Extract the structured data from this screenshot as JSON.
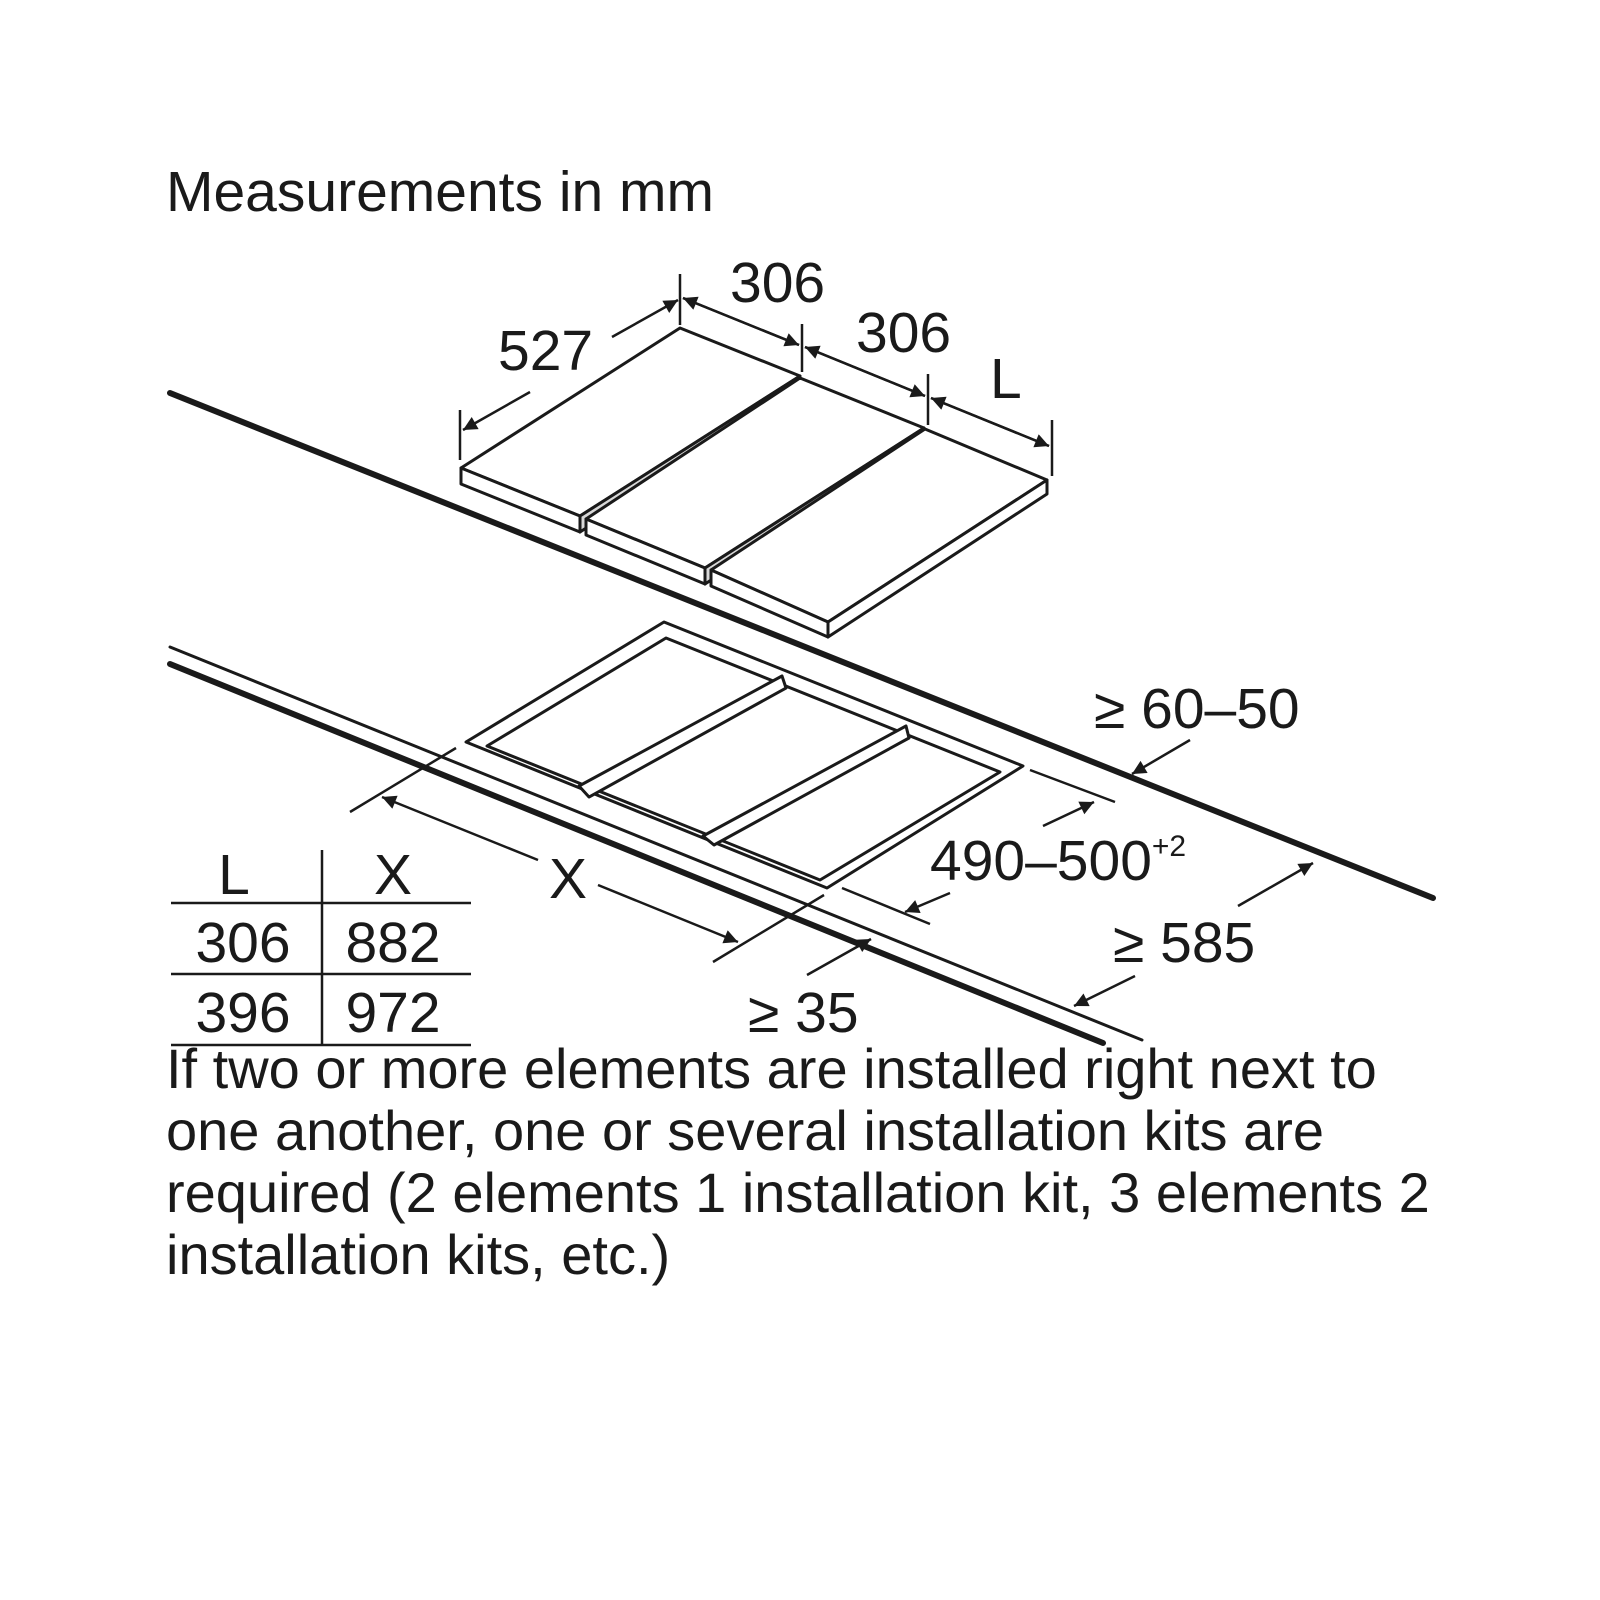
{
  "title": "Measurements in mm",
  "dimensions": {
    "width_1": "306",
    "width_2": "306",
    "width_var": "L",
    "depth": "527",
    "edge_gap": "≥ 60–50",
    "cutout_depth": "490–500",
    "cutout_tolerance": "+2",
    "cutout_length": "X",
    "counter_depth": "≥ 585",
    "front_gap": "≥ 35"
  },
  "table": {
    "headers": [
      "L",
      "X"
    ],
    "rows": [
      [
        "306",
        "882"
      ],
      [
        "396",
        "972"
      ]
    ]
  },
  "note": "If two or more elements are installed right next to one another, one or several installation kits are required (2 elements 1 installation kit, 3 elements 2 installation kits, etc.)"
}
